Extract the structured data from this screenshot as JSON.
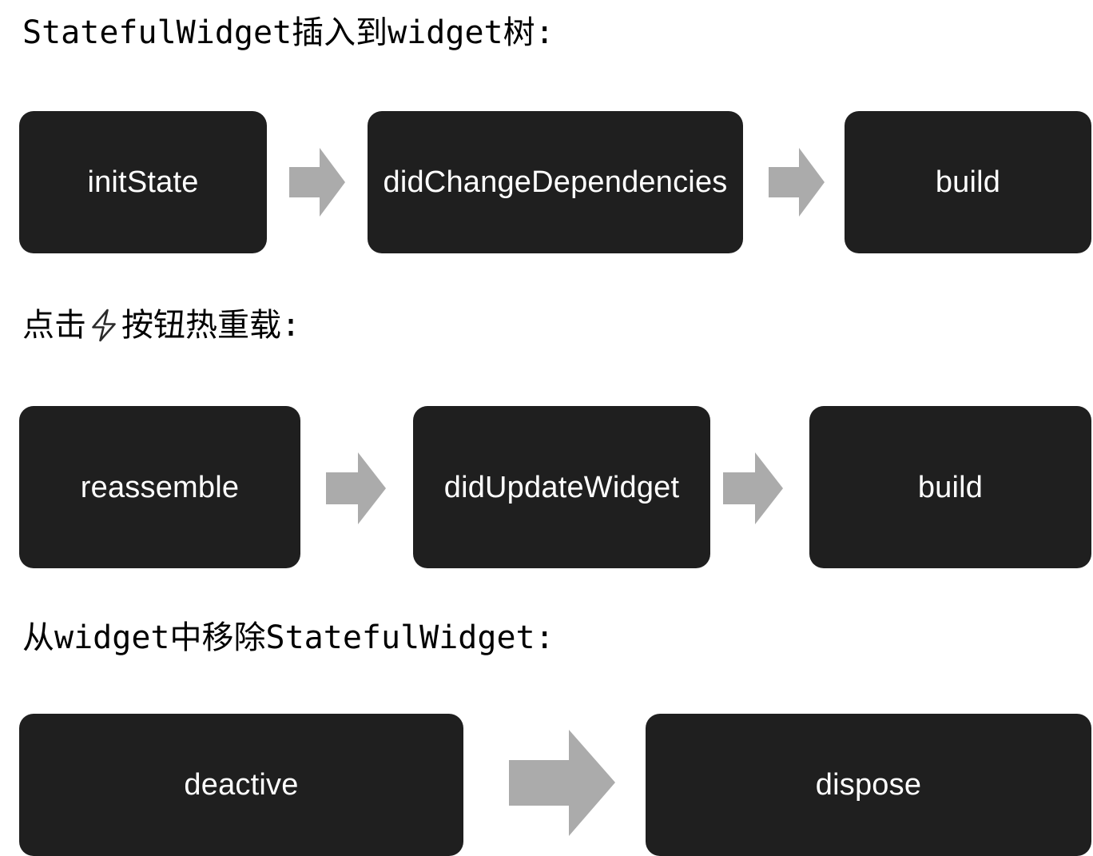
{
  "page": {
    "background_color": "#ffffff",
    "node_color": "#1f1f1f",
    "node_text_color": "#ffffff",
    "arrow_color": "#ababab",
    "heading_text_color": "#000000"
  },
  "sections": [
    {
      "heading_prefix": "StatefulWidget插入到widget树:",
      "heading_suffix": "",
      "has_bolt_icon": false,
      "bolt_icon_name": "",
      "nodes": [
        {
          "label": "initState"
        },
        {
          "label": "didChangeDependencies"
        },
        {
          "label": "build"
        }
      ],
      "arrows": [
        {
          "icon": "arrow-right-icon"
        },
        {
          "icon": "arrow-right-icon"
        }
      ]
    },
    {
      "heading_prefix": "点击",
      "heading_suffix": "按钮热重载:",
      "has_bolt_icon": true,
      "bolt_icon_name": "lightning-bolt-icon",
      "nodes": [
        {
          "label": "reassemble"
        },
        {
          "label": "didUpdateWidget"
        },
        {
          "label": "build"
        }
      ],
      "arrows": [
        {
          "icon": "arrow-right-icon"
        },
        {
          "icon": "arrow-right-icon"
        }
      ]
    },
    {
      "heading_prefix": "从widget中移除StatefulWidget:",
      "heading_suffix": "",
      "has_bolt_icon": false,
      "bolt_icon_name": "",
      "nodes": [
        {
          "label": "deactive"
        },
        {
          "label": "dispose"
        }
      ],
      "arrows": [
        {
          "icon": "arrow-right-icon"
        }
      ]
    }
  ]
}
